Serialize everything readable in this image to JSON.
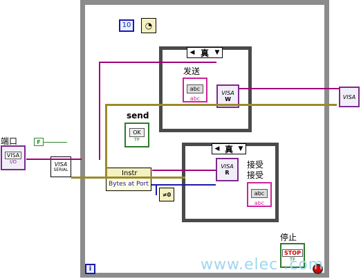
{
  "loop_timing_constant": "10",
  "loop_iteration_terminal": "i",
  "case_top_selector": "真",
  "case_bottom_selector": "真",
  "send_label": "发送",
  "receive_label_1": "接受",
  "receive_label_2": "接受",
  "send_control_label": "send",
  "send_button_text": "OK",
  "port_label": "端口",
  "port_control_text": "VISA",
  "port_io_text": "I/O",
  "false_constant": "F",
  "serial_config_text": "VISA",
  "serial_config_sub": "SERIAL",
  "property_node_class": "Instr",
  "property_node_prop": "Bytes at Port",
  "compare_zero": "≠0",
  "visa_write_text": "VISA",
  "visa_read_text": "VISA",
  "visa_close_text": "VISA",
  "stop_label": "停止",
  "stop_button_text": "STOP",
  "string_const_text": "abc",
  "string_sub_text": "abc",
  "bool_tf_text": "TF",
  "watermark": "www.elec    .com"
}
